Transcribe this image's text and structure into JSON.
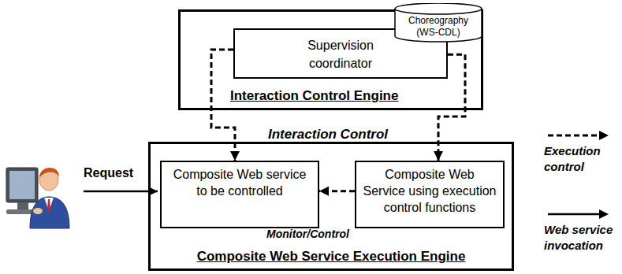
{
  "diagram": {
    "nodes": [
      {
        "text": [
          "Interaction Control Engine"
        ]
      },
      {
        "text": [
          "Supervision coordinator"
        ],
        "in": 0
      },
      {
        "text": [
          "Choreography (WS-CDL)"
        ],
        "in": 0
      },
      {
        "text": [
          "Composite Web Service Execution Engine"
        ]
      },
      {
        "text": [
          "Composite Web service to be controlled"
        ],
        "in": 3
      },
      {
        "text": [
          "Composite Web Service using execution control functions"
        ],
        "in": 3
      }
    ],
    "edges": [
      {
        "from": 1,
        "to": 4,
        "arrow": "to"
      },
      {
        "from": 1,
        "to": 5,
        "arrow": "to"
      },
      {
        "from": 5,
        "to": 4,
        "arrow": "to"
      }
    ],
    "labels": [
      "Interaction Control",
      "Request",
      "Monitor/Control"
    ],
    "legend": [
      {
        "text": "Execution control"
      },
      {
        "text": "Web service invocation"
      }
    ]
  }
}
